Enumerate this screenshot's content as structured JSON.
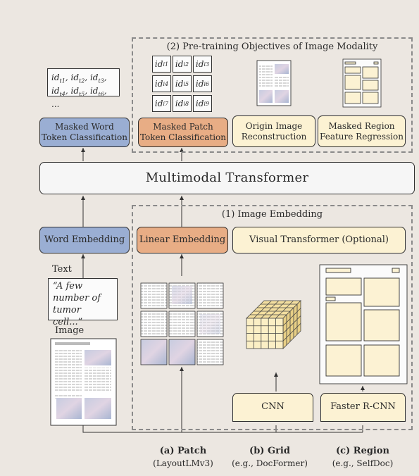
{
  "image_embedding_title": "(1) Image Embedding",
  "pretraining_title": "(2) Pre-training Objectives of Image Modality",
  "transformer_label": "Multimodal Transformer",
  "word_embedding_label": "Word Embedding",
  "linear_embedding_label": "Linear Embedding",
  "visual_transformer_label": "Visual Transformer (Optional)",
  "cnn_label": "CNN",
  "faster_rcnn_label": "Faster R-CNN",
  "masked_word": {
    "line1": "Masked Word",
    "line2": "Token Classification"
  },
  "masked_patch": {
    "line1": "Masked Patch",
    "line2": "Token Classification"
  },
  "origin_image": {
    "line1": "Origin Image",
    "line2": "Reconstruction"
  },
  "masked_region": {
    "line1": "Masked Region",
    "line2": "Feature Regression"
  },
  "text_label": "Text",
  "image_label": "Image",
  "text_quote": "“A few number of tumor cell...”",
  "word_ids": {
    "row1": [
      "t1",
      "t2",
      "t3"
    ],
    "row2": [
      "t4",
      "t5",
      "t6"
    ],
    "ellipsis": "..."
  },
  "patch_ids": [
    "i1",
    "i2",
    "i3",
    "i4",
    "i5",
    "i6",
    "i7",
    "i8",
    "i9"
  ],
  "bottom": {
    "patch": "(a) Patch",
    "patch_sub": "(LayoutLMv3)",
    "grid": "(b) Grid",
    "grid_sub": "(e.g., DocFormer)",
    "region": "(c) Region",
    "region_sub": "(e.g., SelfDoc)"
  },
  "colors": {
    "blue": "#9aaed3",
    "orange": "#e8ad85",
    "cream": "#fcf2d3",
    "background": "#ece7e1"
  }
}
